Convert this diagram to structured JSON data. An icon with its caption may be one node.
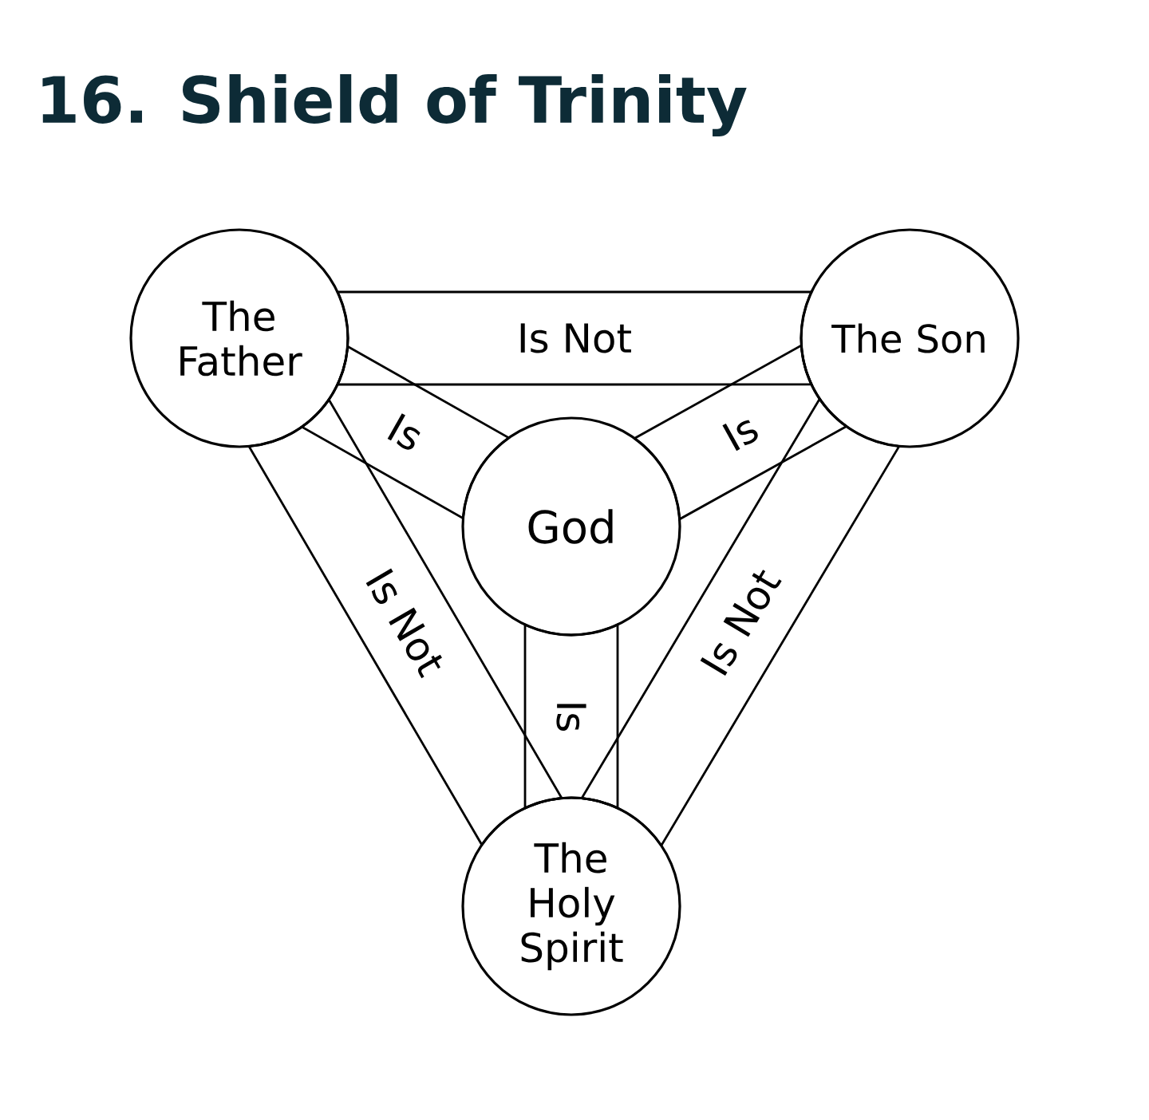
{
  "diagram": {
    "title": "16. Shield of Trinity",
    "nodes": [
      {
        "text": [
          "The Father"
        ]
      },
      {
        "text": [
          "The Son"
        ]
      },
      {
        "text": [
          "God"
        ]
      },
      {
        "text": [
          "The Holy Spirit"
        ]
      }
    ],
    "edges": [
      {
        "from": 0,
        "to": 1,
        "arrow": "none",
        "label": "Is Not"
      },
      {
        "from": 0,
        "to": 2,
        "arrow": "none",
        "label": "Is"
      },
      {
        "from": 1,
        "to": 2,
        "arrow": "none",
        "label": "Is"
      },
      {
        "from": 0,
        "to": 3,
        "arrow": "none",
        "label": "Is Not"
      },
      {
        "from": 2,
        "to": 3,
        "arrow": "none",
        "label": "Is"
      },
      {
        "from": 1,
        "to": 3,
        "arrow": "none",
        "label": "Is Not"
      }
    ]
  }
}
